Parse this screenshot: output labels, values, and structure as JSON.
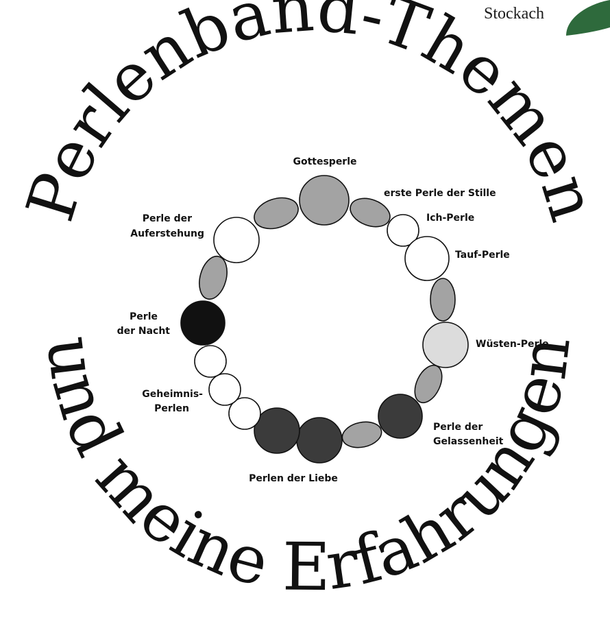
{
  "branding": {
    "place": "Stockach",
    "color": "#2e6a3c"
  },
  "title": {
    "top_arc": "Perlenband-Themen",
    "bottom_arc": "und meine Erfahrungen"
  },
  "labels": {
    "gottesperle": "Gottesperle",
    "erste_stille": "erste Perle der Stille",
    "ich": "Ich-Perle",
    "tauf": "Tauf-Perle",
    "wuesten": "Wüsten-Perle",
    "gelassenheit_1": "Perle der",
    "gelassenheit_2": "Gelassenheit",
    "liebe": "Perlen der Liebe",
    "geheimnis_1": "Geheimnis-",
    "geheimnis_2": "Perlen",
    "nacht_1": "Perle",
    "nacht_2": "der Nacht",
    "auferstehung_1": "Perle der",
    "auferstehung_2": "Auferstehung"
  },
  "bead_colors": {
    "gottes": "#a3a3a3",
    "stille": "#a3a3a3",
    "white": "#ffffff",
    "wueste": "#dcdcdc",
    "dark": "#3b3b3b",
    "night": "#111111"
  }
}
